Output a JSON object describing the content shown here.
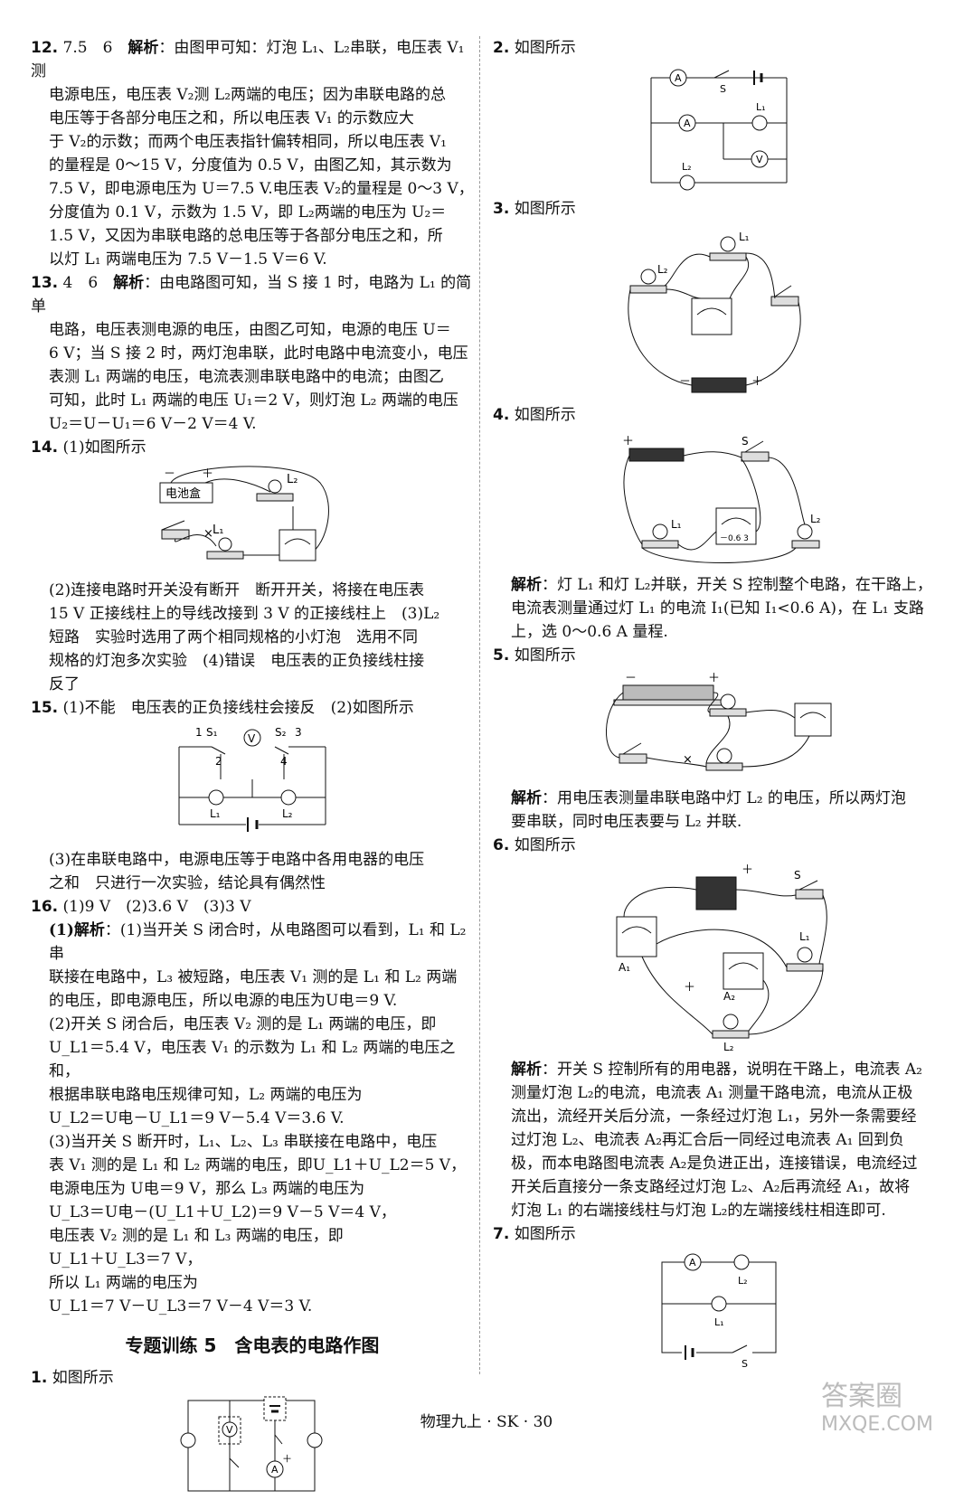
{
  "q12": {
    "num": "12.",
    "text": "7.5　6　",
    "label": "解析",
    "body": [
      "：由图甲可知：灯泡 L₁、L₂串联，电压表 V₁ 测",
      "电源电压，电压表 V₂测 L₂两端的电压；因为串联电路的总",
      "电压等于各部分电压之和，所以电压表 V₁ 的示数应大",
      "于 V₂的示数；而两个电压表指针偏转相同，所以电压表 V₁",
      "的量程是 0～15 V，分度值为 0.5 V，由图乙知，其示数为",
      "7.5 V，即电源电压为 U＝7.5 V.电压表 V₂的量程是 0～3 V，",
      "分度值为 0.1 V，示数为 1.5 V，即 L₂两端的电压为 U₂＝",
      "1.5 V，又因为串联电路的总电压等于各部分电压之和，所",
      "以灯 L₁ 两端电压为 7.5 V－1.5 V＝6 V."
    ]
  },
  "q13": {
    "num": "13.",
    "text": "4　6　",
    "label": "解析",
    "body": [
      "：由电路图可知，当 S 接 1 时，电路为 L₁ 的简单",
      "电路，电压表测电源的电压，由图乙可知，电源的电压 U＝",
      "6 V；当 S 接 2 时，两灯泡串联，此时电路中电流变小，电压",
      "表测 L₁ 两端的电压，电流表测串联电路中的电流；由图乙",
      "可知，此时 L₁ 两端的电压 U₁＝2 V，则灯泡 L₂ 两端的电压",
      "U₂＝U－U₁＝6 V－2 V＝4 V."
    ]
  },
  "q14": {
    "num": "14.",
    "l1": "(1)如图所示",
    "battery": "电池盒",
    "minus": "－",
    "plus": "＋",
    "L2": "L₂",
    "L1": "L₁",
    "body": [
      "(2)连接电路时开关没有断开　断开开关，将接在电压表",
      "15 V 正接线柱上的导线改接到 3 V 的正接线柱上　(3)L₂",
      "短路　实验时选用了两个相同规格的小灯泡　选用不同",
      "规格的灯泡多次实验　(4)错误　电压表的正负接线柱接",
      "反了"
    ]
  },
  "q15": {
    "num": "15.",
    "l1": "(1)不能　电压表的正负接线柱会接反　(2)如图所示",
    "s1": "S₁",
    "s2": "S₂",
    "n1": "1",
    "n2": "2",
    "n3": "3",
    "n4": "4",
    "V": "V",
    "L1": "L₁",
    "L2": "L₂",
    "body": [
      "(3)在串联电路中，电源电压等于电路中各用电器的电压",
      "之和　只进行一次实验，结论具有偶然性"
    ]
  },
  "q16": {
    "num": "16.",
    "l1": "(1)9 V　(2)3.6 V　(3)3 V",
    "label": "(1)解析",
    "body": [
      "：(1)当开关 S 闭合时，从电路图可以看到，L₁ 和 L₂ 串",
      "联接在电路中，L₃ 被短路，电压表 V₁ 测的是 L₁ 和 L₂ 两端",
      "的电压，即电源电压，所以电源的电压为U电＝9 V.",
      "(2)开关 S 闭合后，电压表 V₂ 测的是 L₁ 两端的电压，即",
      "U_L1＝5.4 V，电压表 V₁ 的示数为 L₁ 和 L₂ 两端的电压之和，",
      "根据串联电路电压规律可知，L₂ 两端的电压为",
      "U_L2＝U电－U_L1＝9 V－5.4 V＝3.6 V.",
      "(3)当开关 S 断开时，L₁、L₂、L₃ 串联接在电路中，电压",
      "表 V₁ 测的是 L₁ 和 L₂ 两端的电压，即U_L1＋U_L2＝5 V，",
      "电源电压为 U电＝9 V，那么 L₃ 两端的电压为",
      "U_L3＝U电－(U_L1＋U_L2)＝9 V－5 V＝4 V，",
      "电压表 V₂ 测的是 L₁ 和 L₃ 两端的电压，即",
      "U_L1＋U_L3＝7 V，",
      "所以 L₁ 两端的电压为",
      "U_L1＝7 V－U_L3＝7 V－4 V＝3 V."
    ]
  },
  "section_title": "专题训练 5　含电表的电路作图",
  "r1": {
    "num": "1.",
    "text": "如图所示",
    "V": "V",
    "A": "A",
    "plus": "＋"
  },
  "r2": {
    "num": "2.",
    "text": "如图所示",
    "A": "A",
    "S": "S",
    "L1": "L₁",
    "L2": "L₂",
    "V": "V"
  },
  "r3": {
    "num": "3.",
    "text": "如图所示",
    "L1": "L₁",
    "L2": "L₂",
    "minus": "－",
    "plus": "＋"
  },
  "r4": {
    "num": "4.",
    "text": "如图所示",
    "plus": "＋",
    "S": "S",
    "L1": "L₁",
    "L2": "L₂",
    "range": "－0.6 3",
    "label": "解析",
    "body": [
      "：灯 L₁ 和灯 L₂并联，开关 S 控制整个电路，在干路上，",
      "电流表测量通过灯 L₁ 的电流 I₁(已知 I₁<0.6 A)，在 L₁ 支路",
      "上，选 0～0.6 A 量程."
    ]
  },
  "r5": {
    "num": "5.",
    "text": "如图所示",
    "minus": "－",
    "plus": "＋",
    "label": "解析",
    "body": [
      "：用电压表测量串联电路中灯 L₂ 的电压，所以两灯泡",
      "要串联，同时电压表要与 L₂ 并联."
    ]
  },
  "r6": {
    "num": "6.",
    "text": "如图所示",
    "plus": "＋",
    "S": "S",
    "L1": "L₁",
    "L2": "L₂",
    "A1": "A₁",
    "A2": "A₂",
    "label": "解析",
    "body": [
      "：开关 S 控制所有的用电器，说明在干路上，电流表 A₂",
      "测量灯泡 L₂的电流，电流表 A₁ 测量干路电流，电流从正极",
      "流出，流经开关后分流，一条经过灯泡 L₁，另外一条需要经",
      "过灯泡 L₂、电流表 A₂再汇合后一同经过电流表 A₁ 回到负",
      "极，而本电路图电流表 A₂是负进正出，连接错误，电流经过",
      "开关后直接分一条支路经过灯泡 L₂、A₂后再流经 A₁，故将",
      "灯泡 L₁ 的右端接线柱与灯泡 L₂的左端接线柱相连即可."
    ]
  },
  "r7": {
    "num": "7.",
    "text": "如图所示",
    "A": "A",
    "L1": "L₁",
    "L2": "L₂",
    "S": "S"
  },
  "footer": "物理九上 · SK · 30",
  "watermark": {
    "line1": "答案圈",
    "line2": "MXQE.COM"
  }
}
